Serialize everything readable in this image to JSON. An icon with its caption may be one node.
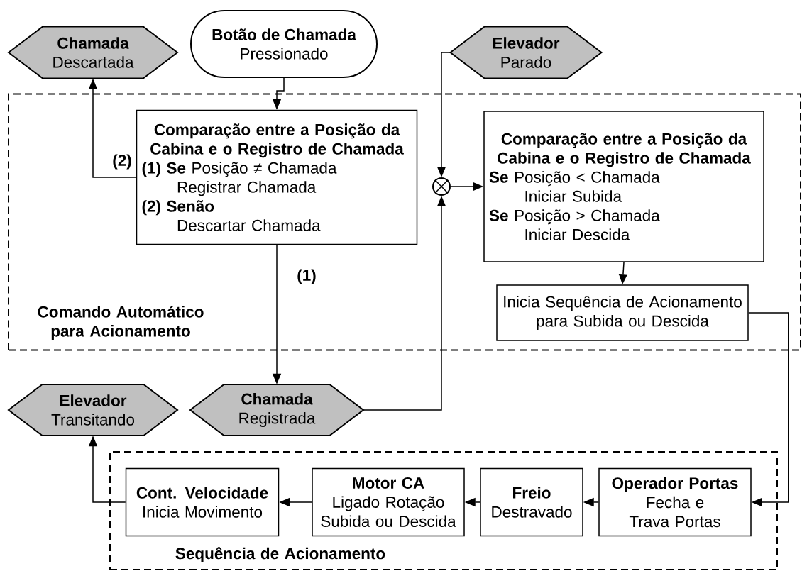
{
  "diagram": {
    "nodes": [
      {
        "text": [
          "Chamada",
          "Descartada"
        ]
      },
      {
        "text": [
          "Botão de Chamada",
          "Pressionado"
        ]
      },
      {
        "text": [
          "Elevador",
          "Parado"
        ]
      },
      {
        "text": [
          "Comando Automático para Acionamento"
        ]
      },
      {
        "text": [
          "Comparação entre a Posição da Cabina e o Registro de Chamada",
          "**(1) Se** Posição ≠ Chamada",
          "Registrar Chamada",
          "(2) Senão",
          "Descartar Chamada"
        ],
        "in": 3
      },
      {
        "text": [],
        "shape": "circle",
        "in": 3
      },
      {
        "text": [
          "Comparação entre a Posição da Cabina e o Registro de Chamada",
          "**Se** Posição < Chamada",
          "Iniciar Subida",
          "**Se** Posição > Chamada",
          "Iniciar Descida"
        ],
        "in": 3
      },
      {
        "text": [
          "Inicia Sequência de Acionamento para Subida ou Descida"
        ],
        "in": 3
      },
      {
        "text": [
          "Elevador",
          "Transitando"
        ]
      },
      {
        "text": [
          "Chamada",
          "Registrada"
        ]
      },
      {
        "text": [
          "Sequência de Acionamento"
        ]
      },
      {
        "text": [
          "Cont. Velocidade",
          "Inicia Movimento"
        ],
        "in": 10
      },
      {
        "text": [
          "Motor CA",
          "Ligado Rotação Subida ou Descida"
        ],
        "in": 10
      },
      {
        "text": [
          "Freio",
          "Destravado"
        ],
        "in": 10
      },
      {
        "text": [
          "Operador Portas",
          "Fecha e Trava Portas"
        ],
        "in": 10
      }
    ],
    "edges": [
      {
        "from": 1,
        "to": 4,
        "arrow": "to"
      },
      {
        "from": 4,
        "to": 0,
        "arrow": "to",
        "label": "(2)"
      },
      {
        "from": 4,
        "to": 9,
        "arrow": "to",
        "label": "(1)"
      },
      {
        "from": 2,
        "to": 5,
        "arrow": "to"
      },
      {
        "from": 9,
        "to": 5,
        "arrow": "to"
      },
      {
        "from": 5,
        "to": 6,
        "arrow": "to"
      },
      {
        "from": 6,
        "to": 7,
        "arrow": "to"
      },
      {
        "from": 7,
        "to": 14,
        "arrow": "to"
      },
      {
        "from": 14,
        "to": 13,
        "arrow": "to"
      },
      {
        "from": 13,
        "to": 12,
        "arrow": "to"
      },
      {
        "from": 12,
        "to": 11,
        "arrow": "to"
      },
      {
        "from": 11,
        "to": 8,
        "arrow": "to"
      }
    ]
  }
}
